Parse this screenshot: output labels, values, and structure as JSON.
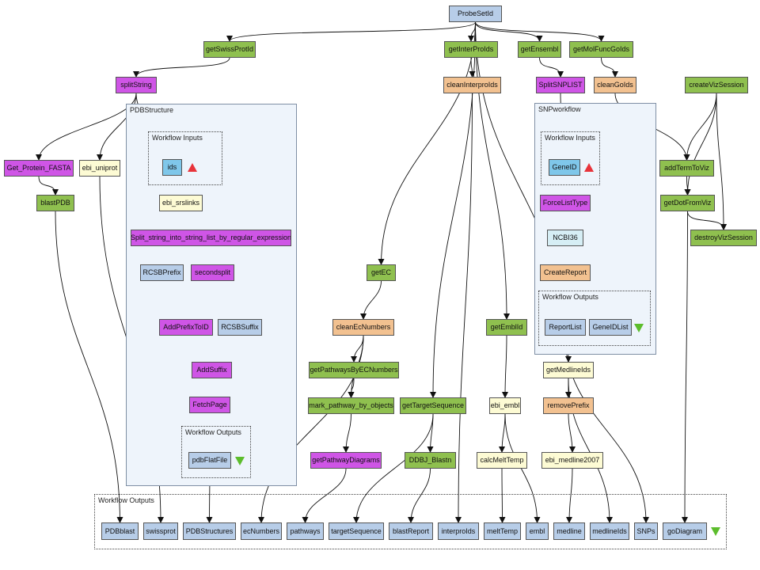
{
  "nodes": {
    "probesetid": {
      "label": "ProbeSetId",
      "color": "blue"
    },
    "getswissprotid": {
      "label": "getSwissProtId",
      "color": "green"
    },
    "splitstring": {
      "label": "splitString",
      "color": "purple"
    },
    "get_protein_fasta": {
      "label": "Get_Protein_FASTA",
      "color": "purple"
    },
    "ebi_uniprot": {
      "label": "ebi_uniprot",
      "color": "cream"
    },
    "blastpdb": {
      "label": "blastPDB",
      "color": "green"
    },
    "ids": {
      "label": "ids",
      "color": "cyan"
    },
    "ebi_srslinks": {
      "label": "ebi_srslinks",
      "color": "cream"
    },
    "split_regex": {
      "label": "Split_string_into_string_list_by_regular_expression",
      "color": "purple"
    },
    "rcsbprefix": {
      "label": "RCSBPrefix",
      "color": "blue"
    },
    "secondsplit": {
      "label": "secondsplit",
      "color": "purple"
    },
    "addprefixtoid": {
      "label": "AddPrefixToID",
      "color": "purple"
    },
    "rcsbsuffix": {
      "label": "RCSBSuffix",
      "color": "blue"
    },
    "addsuffix": {
      "label": "AddSuffix",
      "color": "purple"
    },
    "fetchpage": {
      "label": "FetchPage",
      "color": "purple"
    },
    "pdbflatfile": {
      "label": "pdbFlatFile",
      "color": "blue"
    },
    "getinterproids": {
      "label": "getInterProIds",
      "color": "green"
    },
    "cleaninterproids": {
      "label": "cleanInterproIds",
      "color": "orange"
    },
    "getensembl": {
      "label": "getEnsembl",
      "color": "green"
    },
    "getmolfuncgoids": {
      "label": "getMolFuncGoIds",
      "color": "green"
    },
    "splitsnplist": {
      "label": "SplitSNPLIST",
      "color": "purple"
    },
    "cleangoids": {
      "label": "cleanGoIds",
      "color": "orange"
    },
    "createvizsession": {
      "label": "createVizSession",
      "color": "green"
    },
    "geneid": {
      "label": "GeneID",
      "color": "cyan"
    },
    "forcelisttype": {
      "label": "ForceListType",
      "color": "purple"
    },
    "ncbi36": {
      "label": "NCBI36",
      "color": "lightcyan"
    },
    "createreport": {
      "label": "CreateReport",
      "color": "orange"
    },
    "reportlist": {
      "label": "ReportList",
      "color": "blue"
    },
    "geneidlist": {
      "label": "GeneIDList",
      "color": "blue"
    },
    "addtermtoviz": {
      "label": "addTermToViz",
      "color": "green"
    },
    "getdotfromviz": {
      "label": "getDotFromViz",
      "color": "green"
    },
    "destroyvizsession": {
      "label": "destroyVizSession",
      "color": "green"
    },
    "getec": {
      "label": "getEC",
      "color": "green"
    },
    "cleanecnumbers": {
      "label": "cleanEcNumbers",
      "color": "orange"
    },
    "getpathwaysbyecnumbers": {
      "label": "getPathwaysByECNumbers",
      "color": "green"
    },
    "mark_pathway_by_objects": {
      "label": "mark_pathway_by_objects",
      "color": "green"
    },
    "gettargetsequence": {
      "label": "getTargetSequence",
      "color": "green"
    },
    "getpathwaydiagrams": {
      "label": "getPathwayDiagrams",
      "color": "purple"
    },
    "ddbj_blastn": {
      "label": "DDBJ_Blastn",
      "color": "green"
    },
    "getemblid": {
      "label": "getEmblId",
      "color": "green"
    },
    "getmedlineids": {
      "label": "getMedlineIds",
      "color": "cream"
    },
    "ebi_embl": {
      "label": "ebi_embl",
      "color": "cream"
    },
    "removeprefix": {
      "label": "removePrefix",
      "color": "orange"
    },
    "calcmelttemp": {
      "label": "calcMeltTemp",
      "color": "cream"
    },
    "ebi_medline2007": {
      "label": "ebi_medline2007",
      "color": "cream"
    },
    "out_pdbblast": {
      "label": "PDBblast",
      "color": "blue"
    },
    "out_swissprot": {
      "label": "swissprot",
      "color": "blue"
    },
    "out_pdbstructures": {
      "label": "PDBStructures",
      "color": "blue"
    },
    "out_ecnumbers": {
      "label": "ecNumbers",
      "color": "blue"
    },
    "out_pathways": {
      "label": "pathways",
      "color": "blue"
    },
    "out_targetsequence": {
      "label": "targetSequence",
      "color": "blue"
    },
    "out_blastreport": {
      "label": "blastReport",
      "color": "blue"
    },
    "out_interproids": {
      "label": "interproIds",
      "color": "blue"
    },
    "out_melttemp": {
      "label": "meltTemp",
      "color": "blue"
    },
    "out_embl": {
      "label": "embl",
      "color": "blue"
    },
    "out_medline": {
      "label": "medline",
      "color": "blue"
    },
    "out_medlineids": {
      "label": "medlineIds",
      "color": "blue"
    },
    "out_snps": {
      "label": "SNPs",
      "color": "blue"
    },
    "out_godiagram": {
      "label": "goDiagram",
      "color": "blue"
    }
  },
  "groups": {
    "pdbstructure": {
      "label": "PDBStructure"
    },
    "pdb_inputs": {
      "label": "Workflow Inputs"
    },
    "pdb_outputs": {
      "label": "Workflow Outputs"
    },
    "snpworkflow": {
      "label": "SNPworkflow"
    },
    "snp_inputs": {
      "label": "Workflow Inputs"
    },
    "snp_outputs": {
      "label": "Workflow Outputs"
    },
    "main_outputs": {
      "label": "Workflow Outputs"
    }
  },
  "colors": {
    "green": "#8fc04f",
    "purple": "#cf55e6",
    "orange": "#f2c190",
    "blue": "#b7cde8",
    "cyan": "#7fc7ea",
    "cream": "#fdfbd4",
    "lightcyan": "#d6eef5",
    "edge": "#111111",
    "input_marker": "#e8333a",
    "output_marker": "#5cbd2c"
  },
  "edges": [
    [
      "probesetid",
      "getswissprotid"
    ],
    [
      "probesetid",
      "getinterproids"
    ],
    [
      "probesetid",
      "getensembl"
    ],
    [
      "probesetid",
      "getmolfuncgoids"
    ],
    [
      "probesetid",
      "getec"
    ],
    [
      "probesetid",
      "gettargetsequence"
    ],
    [
      "probesetid",
      "getemblid"
    ],
    [
      "probesetid",
      "getmedlineids"
    ],
    [
      "getswissprotid",
      "splitstring"
    ],
    [
      "splitstring",
      "get_protein_fasta"
    ],
    [
      "splitstring",
      "ebi_uniprot"
    ],
    [
      "splitstring",
      "ids"
    ],
    [
      "get_protein_fasta",
      "blastpdb"
    ],
    [
      "ids",
      "ebi_srslinks"
    ],
    [
      "ebi_srslinks",
      "split_regex"
    ],
    [
      "split_regex",
      "secondsplit"
    ],
    [
      "rcsbprefix",
      "addprefixtoid"
    ],
    [
      "secondsplit",
      "addprefixtoid"
    ],
    [
      "addprefixtoid",
      "addsuffix"
    ],
    [
      "rcsbsuffix",
      "addsuffix"
    ],
    [
      "addsuffix",
      "fetchpage"
    ],
    [
      "fetchpage",
      "pdbflatfile"
    ],
    [
      "getinterproids",
      "cleaninterproids"
    ],
    [
      "getensembl",
      "splitsnplist"
    ],
    [
      "getmolfuncgoids",
      "cleangoids"
    ],
    [
      "splitsnplist",
      "geneid"
    ],
    [
      "geneid",
      "forcelisttype"
    ],
    [
      "forcelisttype",
      "ncbi36"
    ],
    [
      "forcelisttype",
      "geneidlist"
    ],
    [
      "ncbi36",
      "createreport"
    ],
    [
      "createreport",
      "reportlist"
    ],
    [
      "cleangoids",
      "addtermtoviz"
    ],
    [
      "createvizsession",
      "addtermtoviz"
    ],
    [
      "createvizsession",
      "getdotfromviz"
    ],
    [
      "createvizsession",
      "destroyvizsession"
    ],
    [
      "addtermtoviz",
      "getdotfromviz"
    ],
    [
      "getdotfromviz",
      "destroyvizsession"
    ],
    [
      "getec",
      "cleanecnumbers"
    ],
    [
      "cleanecnumbers",
      "getpathwaysbyecnumbers"
    ],
    [
      "cleanecnumbers",
      "mark_pathway_by_objects"
    ],
    [
      "getpathwaysbyecnumbers",
      "mark_pathway_by_objects"
    ],
    [
      "mark_pathway_by_objects",
      "getpathwaydiagrams"
    ],
    [
      "gettargetsequence",
      "ddbj_blastn"
    ],
    [
      "getemblid",
      "ebi_embl"
    ],
    [
      "ebi_embl",
      "calcmelttemp"
    ],
    [
      "getmedlineids",
      "removeprefix"
    ],
    [
      "removeprefix",
      "ebi_medline2007"
    ],
    [
      "blastpdb",
      "out_pdbblast"
    ],
    [
      "ebi_uniprot",
      "out_swissprot"
    ],
    [
      "pdbflatfile",
      "out_pdbstructures"
    ],
    [
      "cleanecnumbers",
      "out_ecnumbers"
    ],
    [
      "getpathwaydiagrams",
      "out_pathways"
    ],
    [
      "gettargetsequence",
      "out_targetsequence"
    ],
    [
      "ddbj_blastn",
      "out_blastreport"
    ],
    [
      "cleaninterproids",
      "out_interproids"
    ],
    [
      "calcmelttemp",
      "out_melttemp"
    ],
    [
      "ebi_embl",
      "out_embl"
    ],
    [
      "ebi_medline2007",
      "out_medline"
    ],
    [
      "getmedlineids",
      "out_medlineids"
    ],
    [
      "reportlist",
      "out_snps"
    ],
    [
      "getdotfromviz",
      "out_godiagram"
    ]
  ]
}
